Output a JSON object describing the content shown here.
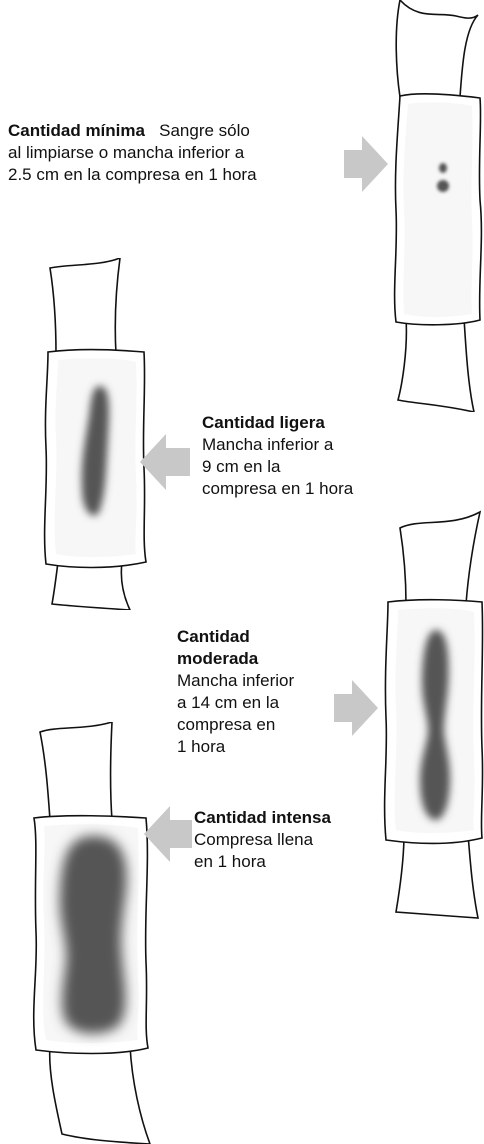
{
  "items": [
    {
      "title": "Cantidad mínima",
      "lines": [
        "Sangre sólo",
        "al limpiarse o mancha inferior a",
        "2.5 cm en la compresa en 1 hora"
      ]
    },
    {
      "title": "Cantidad ligera",
      "lines": [
        "Mancha inferior a",
        "9 cm en la",
        "compresa en 1 hora"
      ]
    },
    {
      "title_lines": [
        "Cantidad",
        "moderada"
      ],
      "lines": [
        "Mancha inferior",
        "a 14 cm en la",
        "compresa en",
        "1 hora"
      ]
    },
    {
      "title": "Cantidad intensa",
      "lines": [
        "Compresa llena",
        "en 1 hora"
      ]
    }
  ],
  "colors": {
    "arrow": "#c8c8c8",
    "stain": "#555555",
    "outline": "#111111"
  }
}
